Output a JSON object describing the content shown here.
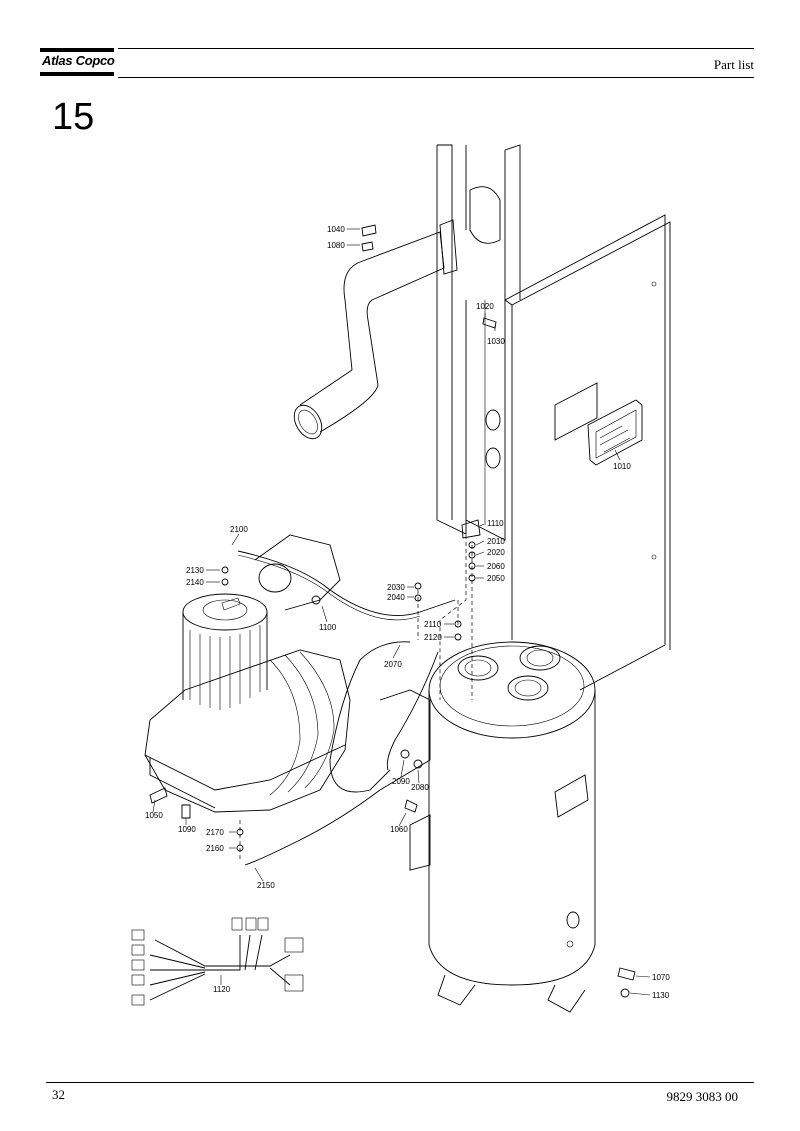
{
  "header": {
    "brand": "Atlas Copco",
    "section_title": "Part list"
  },
  "page_number": "15",
  "footer": {
    "page": "32",
    "document_number": "9829 3083 00"
  },
  "callouts": [
    "1040",
    "1080",
    "1020",
    "1030",
    "1010",
    "1110",
    "2010",
    "2020",
    "2060",
    "2050",
    "2030",
    "2040",
    "2100",
    "2130",
    "2140",
    "1100",
    "2110",
    "2120",
    "2070",
    "1050",
    "1090",
    "2090",
    "2080",
    "1060",
    "2170",
    "2160",
    "2150",
    "1120",
    "1070",
    "1130"
  ]
}
